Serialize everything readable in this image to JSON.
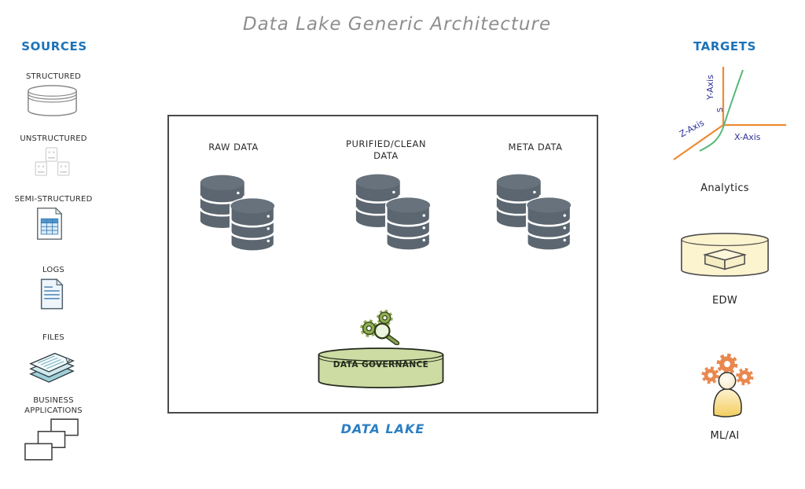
{
  "title": "Data Lake Generic Architecture",
  "sources": {
    "heading": "SOURCES",
    "items": [
      {
        "label": "STRUCTURED",
        "icon": "database-cylinder-icon"
      },
      {
        "label": "UNSTRUCTURED",
        "icon": "documents-cluster-icon"
      },
      {
        "label": "SEMI-STRUCTURED",
        "icon": "spreadsheet-document-icon"
      },
      {
        "label": "LOGS",
        "icon": "log-document-icon"
      },
      {
        "label": "FILES",
        "icon": "stacked-papers-icon"
      },
      {
        "label": "BUSINESS APPLICATIONS",
        "icon": "overlapping-windows-icon"
      }
    ]
  },
  "data_lake": {
    "box_label": "DATA LAKE",
    "stores": [
      {
        "label": "RAW DATA",
        "icon": "database-stack-icon"
      },
      {
        "label": "PURIFIED/CLEAN DATA",
        "icon": "database-stack-icon"
      },
      {
        "label": "META DATA",
        "icon": "database-stack-icon"
      }
    ],
    "governance": {
      "label": "DATA GOVERNANCE",
      "icon": "gears-magnifier-icon"
    }
  },
  "targets": {
    "heading": "TARGETS",
    "analytics": {
      "label": "Analytics",
      "icon": "3d-axis-chart-icon",
      "axis_labels": {
        "x": "X-Axis",
        "y": "Y-Axis",
        "z": "Z-Axis",
        "s": "S"
      }
    },
    "edw": {
      "label": "EDW",
      "icon": "warehouse-cylinder-icon"
    },
    "mlai": {
      "label": "ML/AI",
      "icon": "person-gears-icon"
    }
  },
  "colors": {
    "heading_blue": "#1b73b9",
    "title_gray": "#8e8e8e",
    "lake_label_blue": "#2b7fc4",
    "cylinder_slate": "#5c6670",
    "governance_green": "#ccdca3",
    "gear_green": "#8fae53",
    "gear_orange": "#e8884e",
    "edw_yellow": "#fcf3cf",
    "axis_orange": "#ed8b33",
    "axis_label_navy": "#2f3099",
    "curve_green": "#57b87b"
  }
}
